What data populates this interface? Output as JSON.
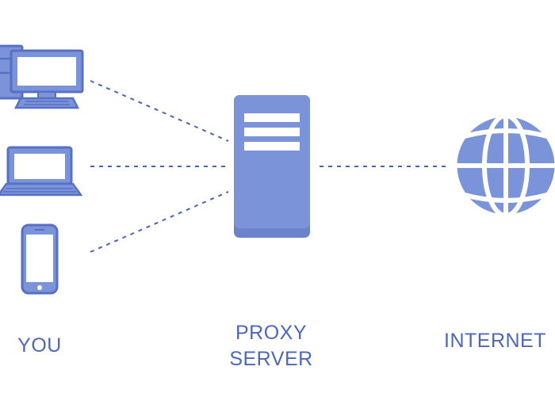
{
  "colors": {
    "icon_fill": "#7b93d9",
    "icon_stroke": "#5870c4",
    "server_base": "#6b82cc",
    "label_text": "#4e67b8",
    "connector": "#4a63b5"
  },
  "labels": {
    "you": "YOU",
    "proxy_line1": "PROXY",
    "proxy_line2": "SERVER",
    "internet": "INTERNET"
  },
  "icons": {
    "desktop": "desktop-computer-icon",
    "laptop": "laptop-icon",
    "phone": "smartphone-icon",
    "server": "proxy-server-icon",
    "globe": "globe-icon"
  }
}
